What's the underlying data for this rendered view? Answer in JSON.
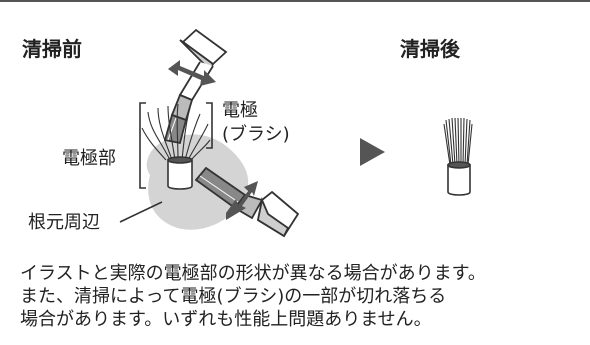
{
  "before": {
    "title": "清掃前",
    "label_electrode_part": "電極部",
    "label_electrode_line1": "電極",
    "label_electrode_line2": "(ブラシ)",
    "label_base": "根元周辺"
  },
  "after": {
    "title": "清掃後"
  },
  "note": {
    "lines": [
      "イラストと実際の電極部の形状が異なる場合があります。",
      "また、清掃によって電極(ブラシ)の一部が切れ落ちる",
      "場合があります。いずれも性能上問題ありません。"
    ]
  },
  "colors": {
    "gray_fill": "#cfcfcf",
    "dark": "#333333",
    "arrow": "#555555",
    "line": "#555555"
  }
}
